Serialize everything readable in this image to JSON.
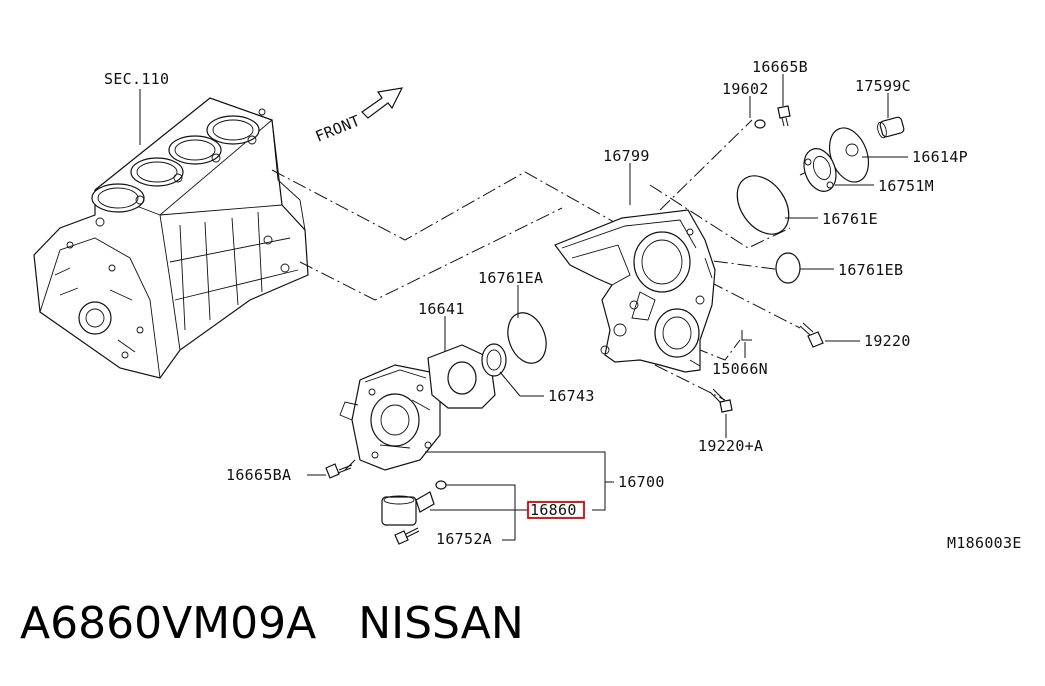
{
  "diagram": {
    "labels": {
      "sec": "SEC.110",
      "front": "FRONT",
      "p16665B": "16665B",
      "p19602": "19602",
      "p17599C": "17599C",
      "p16614P": "16614P",
      "p16751M": "16751M",
      "p16799": "16799",
      "p16761E": "16761E",
      "p16761EB": "16761EB",
      "p16761EA": "16761EA",
      "p16641": "16641",
      "p19220": "19220",
      "p15066N": "15066N",
      "p16743": "16743",
      "p19220A": "19220+A",
      "p16665BA": "16665BA",
      "p16700": "16700",
      "p16860": "16860",
      "p16752A": "16752A",
      "ref": "M186003E"
    },
    "highlight_color": "#e00000"
  },
  "footer": {
    "part_number": "A6860VM09A",
    "brand": "NISSAN"
  }
}
